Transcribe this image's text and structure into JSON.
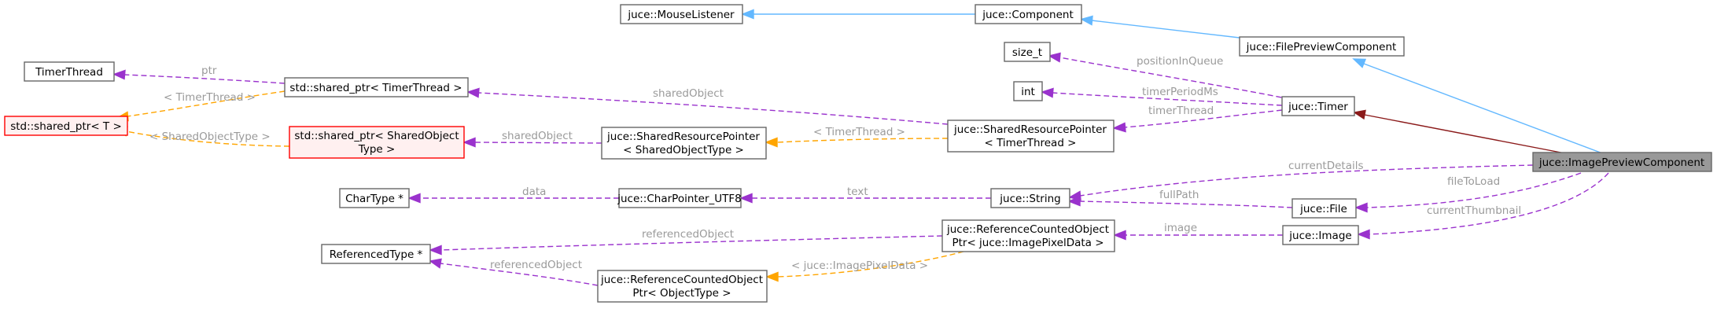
{
  "diagram": {
    "nodes": {
      "image_preview": [
        "juce::ImagePreviewComponent"
      ],
      "file_preview": [
        "juce::FilePreviewComponent"
      ],
      "component": [
        "juce::Component"
      ],
      "mouse_listener": [
        "juce::MouseListener"
      ],
      "timer": [
        "juce::Timer"
      ],
      "size_t": [
        "size_t"
      ],
      "int": [
        "int"
      ],
      "shared_resource_timer": [
        "juce::SharedResourcePointer",
        "< TimerThread >"
      ],
      "shared_resource_generic": [
        "juce::SharedResourcePointer",
        "< SharedObjectType >"
      ],
      "shared_ptr_timer_thread": [
        "std::shared_ptr< TimerThread >"
      ],
      "shared_ptr_shared_object": [
        "std::shared_ptr< SharedObject",
        "Type >"
      ],
      "shared_ptr_t": [
        "std::shared_ptr< T >"
      ],
      "timer_thread": [
        "TimerThread"
      ],
      "string": [
        "juce::String"
      ],
      "char_pointer": [
        "juce::CharPointer_UTF8"
      ],
      "char_type": [
        "CharType *"
      ],
      "file": [
        "juce::File"
      ],
      "image": [
        "juce::Image"
      ],
      "rc_pixel": [
        "juce::ReferenceCountedObject",
        "Ptr< juce::ImagePixelData >"
      ],
      "rc_generic": [
        "juce::ReferenceCountedObject",
        "Ptr< ObjectType >"
      ],
      "referenced_type": [
        "ReferencedType *"
      ]
    },
    "edge_labels": {
      "current_details": "currentDetails",
      "file_to_load": "fileToLoad",
      "current_thumbnail": "currentThumbnail",
      "position_in_queue": "positionInQueue",
      "timer_period_ms": "timerPeriodMs",
      "timer_thread": "timerThread",
      "shared_object_1": "sharedObject",
      "shared_object_2": "sharedObject",
      "tpl_timer_thread_1": "< TimerThread >",
      "tpl_timer_thread_2": "< TimerThread >",
      "tpl_shared_object_type": "< SharedObjectType >",
      "ptr": "ptr",
      "text": "text",
      "data": "data",
      "full_path": "fullPath",
      "image": "image",
      "referenced_object_1": "referencedObject",
      "referenced_object_2": "referencedObject",
      "tpl_image_pixel_data": "< juce::ImagePixelData >"
    },
    "colors": {
      "inheritance": "#63b8ff",
      "private_inheritance": "#8b1a1a",
      "usage": "#9a32cd",
      "template": "#ffa500",
      "highlight_fill": "#999999",
      "incomplete_fill": "#fff0f0",
      "incomplete_border": "#ff0000"
    }
  }
}
